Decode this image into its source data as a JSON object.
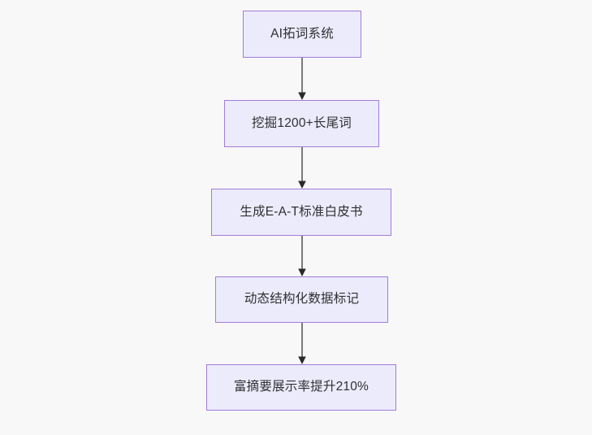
{
  "diagram": {
    "type": "flowchart",
    "orientation": "top-to-bottom",
    "background_color": "#f8f8f8",
    "node_fill_color": "#ebebfb",
    "node_border_color": "#a37cd8",
    "edge_color": "#7a7a7a",
    "arrowhead_color": "#2a2a2a",
    "text_color": "#2f2f33",
    "nodes": [
      {
        "id": "n0",
        "label": "AI拓词系统"
      },
      {
        "id": "n1",
        "label": "挖掘1200+长尾词"
      },
      {
        "id": "n2",
        "label": "生成E-A-T标准白皮书"
      },
      {
        "id": "n3",
        "label": "动态结构化数据标记"
      },
      {
        "id": "n4",
        "label": "富摘要展示率提升210%"
      }
    ],
    "edges": [
      {
        "id": "e0",
        "from": "n0",
        "to": "n1",
        "label": ""
      },
      {
        "id": "e1",
        "from": "n1",
        "to": "n2",
        "label": ""
      },
      {
        "id": "e2",
        "from": "n2",
        "to": "n3",
        "label": ""
      },
      {
        "id": "e3",
        "from": "n3",
        "to": "n4",
        "label": ""
      }
    ]
  }
}
